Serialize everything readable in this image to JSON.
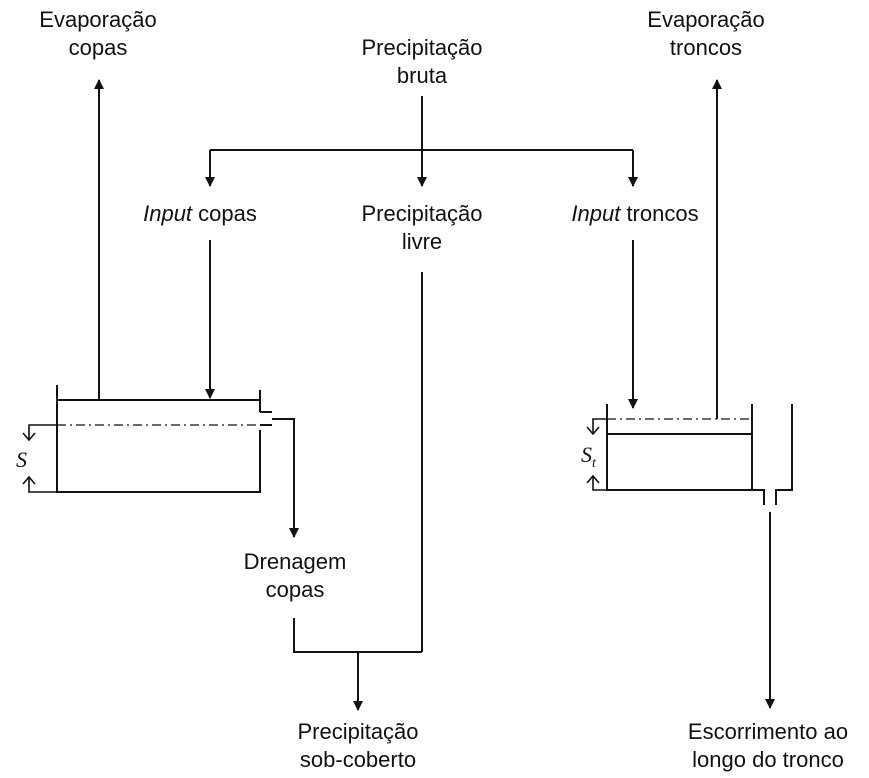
{
  "colors": {
    "stroke": "#111111",
    "background": "#ffffff"
  },
  "labels": {
    "evap_copas": {
      "line1": "Evaporação",
      "line2": "copas"
    },
    "precip_bruta": {
      "line1": "Precipitação",
      "line2": "bruta"
    },
    "evap_troncos": {
      "line1": "Evaporação",
      "line2": "troncos"
    },
    "input_copas": {
      "italic": "Input",
      "rest": " copas"
    },
    "precip_livre": {
      "line1": "Precipitação",
      "line2": "livre"
    },
    "input_troncos": {
      "italic": "Input",
      "rest": " troncos"
    },
    "drenagem": {
      "line1": "Drenagem",
      "line2": "copas"
    },
    "precip_sob": {
      "line1": "Precipitação",
      "line2": "sob-coberto"
    },
    "escorrimento": {
      "line1": "Escorrimento ao",
      "line2": "longo do tronco"
    }
  },
  "symbols": {
    "canopy_storage": "S",
    "trunk_storage": "S",
    "trunk_storage_subscript": "t"
  }
}
